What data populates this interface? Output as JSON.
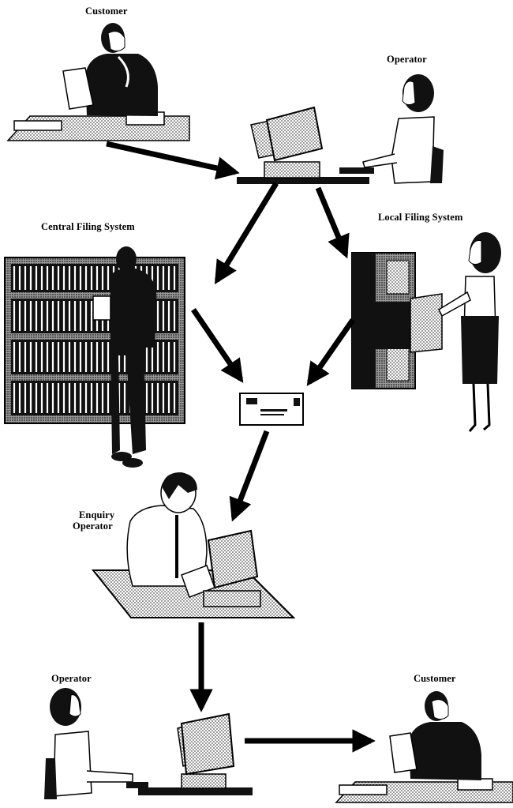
{
  "labels": {
    "customer_top": "Customer",
    "operator_top": "Operator",
    "central_filing": "Central Filing System",
    "local_filing": "Local Filing System",
    "enquiry_operator_line1": "Enquiry",
    "enquiry_operator_line2": "Operator",
    "operator_bottom": "Operator",
    "customer_bottom": "Customer"
  },
  "colors": {
    "ink": "#000000",
    "paper": "#ffffff",
    "shade": "#b8b8b8"
  }
}
